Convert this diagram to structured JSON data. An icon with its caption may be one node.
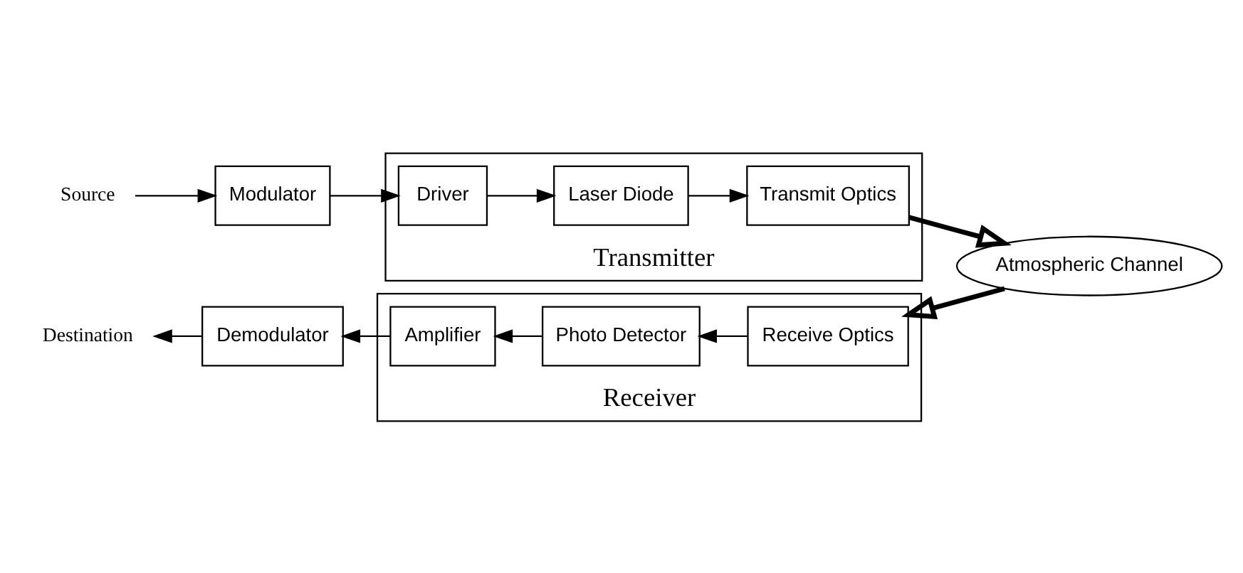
{
  "diagram": {
    "nodes": [
      {
        "text": [
          "Source"
        ]
      },
      {
        "text": [
          "Modulator"
        ]
      },
      {
        "text": [
          "Transmitter"
        ]
      },
      {
        "text": [
          "Driver"
        ],
        "in": 2
      },
      {
        "text": [
          "Laser Diode"
        ],
        "in": 2
      },
      {
        "text": [
          "Transmit Optics"
        ],
        "in": 2
      },
      {
        "text": [
          "Atmospheric Channel"
        ]
      },
      {
        "text": [
          "Receiver"
        ]
      },
      {
        "text": [
          "Receive Optics"
        ],
        "in": 7
      },
      {
        "text": [
          "Photo Detector"
        ],
        "in": 7
      },
      {
        "text": [
          "Amplifier"
        ],
        "in": 7
      },
      {
        "text": [
          "Demodulator"
        ]
      },
      {
        "text": [
          "Destination"
        ]
      }
    ],
    "edges": [
      {
        "from": 0,
        "to": 1,
        "arrow": "to"
      },
      {
        "from": 1,
        "to": 3,
        "arrow": "to"
      },
      {
        "from": 3,
        "to": 4,
        "arrow": "to"
      },
      {
        "from": 4,
        "to": 5,
        "arrow": "to"
      },
      {
        "from": 5,
        "to": 6,
        "arrow": "to",
        "style": "thick"
      },
      {
        "from": 6,
        "to": 8,
        "arrow": "to",
        "style": "thick"
      },
      {
        "from": 8,
        "to": 9,
        "arrow": "to"
      },
      {
        "from": 9,
        "to": 10,
        "arrow": "to"
      },
      {
        "from": 10,
        "to": 11,
        "arrow": "to"
      },
      {
        "from": 11,
        "to": 12,
        "arrow": "to"
      }
    ]
  }
}
